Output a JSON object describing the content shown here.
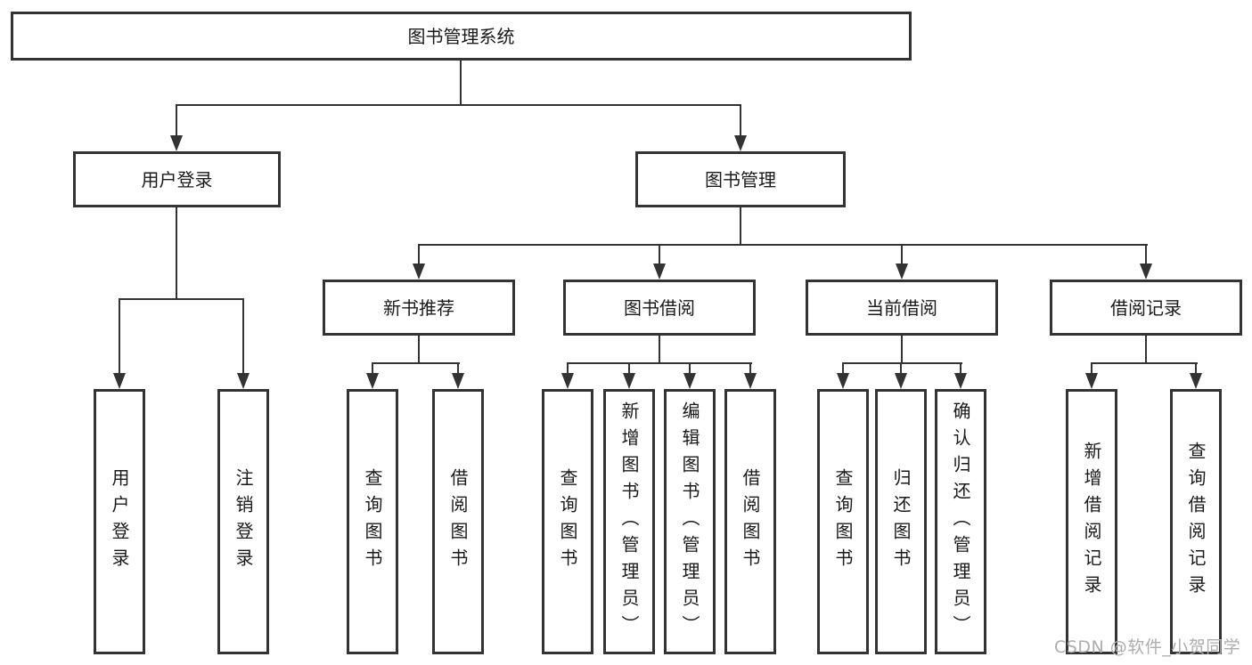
{
  "tree": {
    "label": "图书管理系统",
    "children": [
      {
        "label": "用户登录",
        "children": [
          {
            "label": "用户登录"
          },
          {
            "label": "注销登录"
          }
        ]
      },
      {
        "label": "图书管理",
        "children": [
          {
            "label": "新书推荐",
            "children": [
              {
                "label": "查询图书"
              },
              {
                "label": "借阅图书"
              }
            ]
          },
          {
            "label": "图书借阅",
            "children": [
              {
                "label": "查询图书"
              },
              {
                "label": "新增图书（管理员）"
              },
              {
                "label": "编辑图书（管理员）"
              },
              {
                "label": "借阅图书"
              }
            ]
          },
          {
            "label": "当前借阅",
            "children": [
              {
                "label": "查询图书"
              },
              {
                "label": "归还图书"
              },
              {
                "label": "确认归还（管理员）"
              }
            ]
          },
          {
            "label": "借阅记录",
            "children": [
              {
                "label": "新增借阅记录"
              },
              {
                "label": "查询借阅记录"
              }
            ]
          }
        ]
      }
    ]
  },
  "watermark": {
    "text": "CSDN @软件_小贺同学"
  },
  "colors": {
    "line": "#333333",
    "text": "#1a1a1a",
    "fill": "#ffffff",
    "bg": "#ffffff",
    "watermark": "#adadad"
  }
}
